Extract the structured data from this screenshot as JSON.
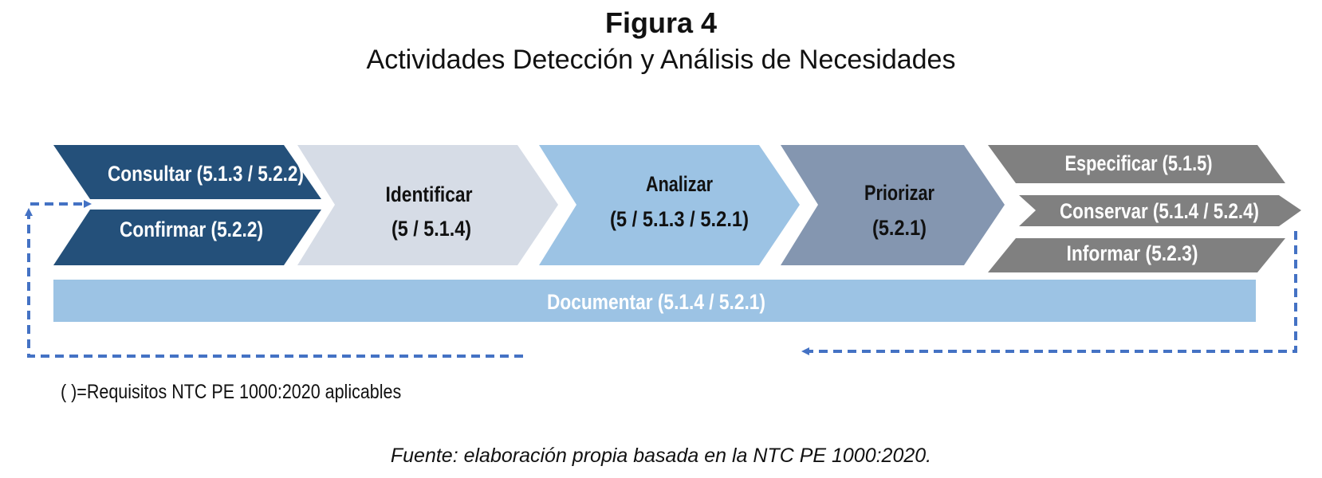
{
  "figure": {
    "title": "Figura 4",
    "subtitle": "Actividades Detección y Análisis de Necesidades"
  },
  "steps": {
    "consultar": "Consultar (5.1.3 / 5.2.2)",
    "confirmar": "Confirmar (5.2.2)",
    "identificar": {
      "line1": "Identificar",
      "line2": "(5 / 5.1.4)"
    },
    "analizar": {
      "line1": "Analizar",
      "line2": "(5 / 5.1.3 / 5.2.1)"
    },
    "priorizar": {
      "line1": "Priorizar",
      "line2": "(5.2.1)"
    },
    "especificar": "Especificar (5.1.5)",
    "conservar": "Conservar (5.1.4 / 5.2.4)",
    "informar": "Informar (5.2.3)",
    "documentar": "Documentar (5.1.4 / 5.2.1)"
  },
  "note": "( )=Requisitos NTC PE 1000:2020 aplicables",
  "source": "Fuente: elaboración propia basada en la NTC PE 1000:2020.",
  "colors": {
    "dark_blue": "#24507A",
    "pale_gray_blue": "#D6DCE6",
    "light_blue": "#9CC3E4",
    "slate_blue": "#8496B0",
    "gray": "#808080",
    "arrow_blue": "#4472C4"
  }
}
